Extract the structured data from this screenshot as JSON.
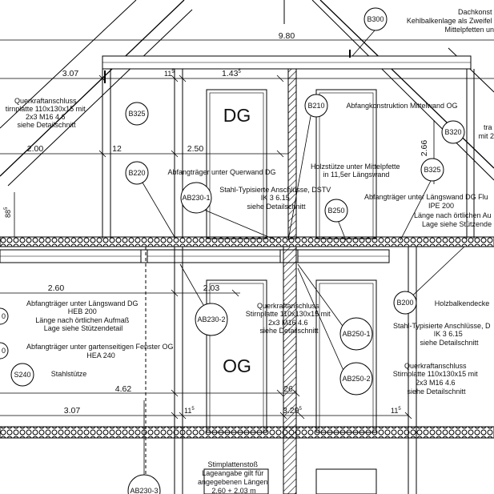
{
  "rooms": {
    "upper": "DG",
    "lower": "OG"
  },
  "tags": {
    "b300": "B300",
    "b325a": "B325",
    "b210": "B210",
    "b320": "B320",
    "b325b": "B325",
    "b220": "B220",
    "ab230_1": "AB230-1",
    "b250": "B250",
    "b200": "B200",
    "ab230_2": "AB230-2",
    "ab250_1": "AB250-1",
    "s240": "S240",
    "ab250_2": "AB250-2",
    "ab230_3": "AB230-3",
    "edge_a": "0",
    "edge_b": "0"
  },
  "dims": {
    "d980": "9.80",
    "d307_top": "3.07",
    "d11_top": "11",
    "d11_top_sup": "5",
    "d143": "1.43",
    "d143_sup": "5",
    "d200": "2.00",
    "d12": "12",
    "d250": "2.50",
    "d88": "88",
    "d88_sup": "5",
    "d266": "2.66",
    "d260": "2.60",
    "d203": "2.03",
    "d462": "4.62",
    "d26": "26",
    "d307_bot": "3.07",
    "d11_bot1": "11",
    "d11_bot1_sup": "5",
    "d329": "3.29",
    "d329_sup": "5",
    "d11_bot2": "11",
    "d11_bot2_sup": "5"
  },
  "notes": {
    "dach": [
      "Dachkonst",
      "Kehlbalkenlage als Zweifel",
      "Mittelpfetten un"
    ],
    "querkraft_left": [
      "Querkraftanschluss",
      "tirnplatte 110x130x15 mit",
      "2x3 M16 4.6",
      "siehe Detailschnitt"
    ],
    "abfang_mittel": "Abfangkonstruktion Mittelwand OG",
    "tra": [
      "tra",
      "mit 2"
    ],
    "holzstuetze": [
      "Holzstütze unter Mittelpfette",
      "in 11,5er Längswand"
    ],
    "abfang_quer": "Abfangträger unter Querwand DG",
    "stahl_typ_dg": [
      "Stahl-Typisierte Anschlüsse, DSTV",
      "IK 3 6.15",
      "siehe Detailschnitt"
    ],
    "abfang_laengs_dg": [
      "Abfangträger unter Längswand DG Flu",
      "IPE 200",
      "Länge nach örtlichen Au",
      "Lage siehe Stützende"
    ],
    "abfang_laengs_og": [
      "Abfangträger unter Längswand DG",
      "HEB 200",
      "Länge nach örtlichen Aufmaß",
      "Lage siehe Stützendetail"
    ],
    "abfang_garten": [
      "Abfangträger unter gartenseitigen Fenster OG",
      "HEA 240"
    ],
    "stahlstuetze": "Stahlstütze",
    "querkraft_mid": [
      "Querkraftanschluss",
      "Stirnplatte 110x130x15 mit",
      "2x3 M16 4.6",
      "siehe Detailschnitt"
    ],
    "holzbalken": "Holzbalkendecke",
    "stahl_typ_og": [
      "Stahl-Typisierte Anschlüsse, D",
      "IK 3 6.15",
      "siehe Detailschnitt"
    ],
    "querkraft_right": [
      "Querkraftanschluss",
      "Stirnplatte 110x130x15 mit",
      "2x3 M16 4.6",
      "siehe Detailschnitt"
    ],
    "stirnplatten": [
      "Stimplattenstoß",
      "Lageangabe gilt für",
      "angegebenen Längen",
      "2.60 + 2.03 m"
    ]
  }
}
